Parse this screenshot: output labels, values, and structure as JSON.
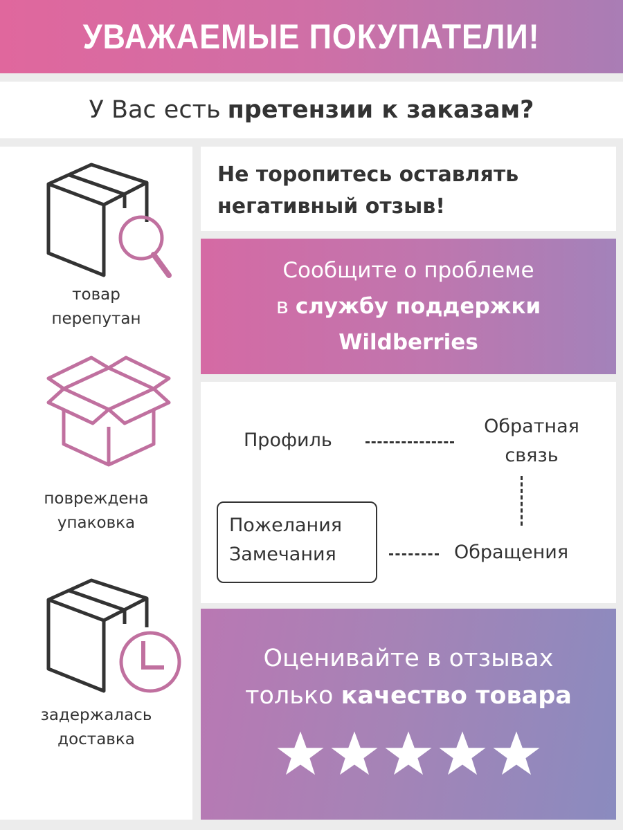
{
  "header": {
    "title": "УВАЖАЕМЫЕ ПОКУПАТЕЛИ!"
  },
  "subtitle": {
    "regular": "У Вас есть",
    "bold": "претензии к заказам?"
  },
  "left": {
    "items": [
      {
        "icon": "box-magnifier-icon",
        "line1": "товар",
        "line2": "перепутан"
      },
      {
        "icon": "open-box-icon",
        "line1": "повреждена",
        "line2": "упаковка"
      },
      {
        "icon": "box-clock-icon",
        "line1": "задержалась",
        "line2": "доставка"
      }
    ]
  },
  "panel1": {
    "line1": "Не торопитесь оставлять",
    "line2": "негативный отзыв!"
  },
  "panel2": {
    "line1": "Сообщите о проблеме",
    "line2_regular": "в",
    "line2_bold": "службу поддержки",
    "line3": "Wildberries"
  },
  "steps": {
    "profile": "Профиль",
    "feedback1": "Обратная",
    "feedback2": "связь",
    "appeals": "Обращения",
    "wishes": "Пожелания",
    "remarks": "Замечания"
  },
  "panel4": {
    "line1": "Оценивайте в отзывах",
    "line2_regular": "только",
    "line2_bold": "качество товара",
    "stars": 5
  },
  "colors": {
    "pink": "#e0679d",
    "purple": "#a97db5",
    "icon_pink": "#c0709f",
    "dark": "#333333"
  }
}
